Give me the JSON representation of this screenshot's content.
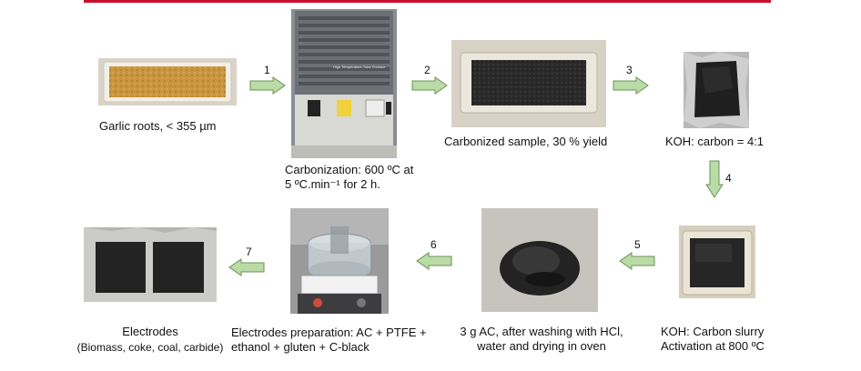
{
  "colors": {
    "top_rule": "#c8102e",
    "arrow_fill": "#b9dba5",
    "arrow_stroke": "#6f8f5a"
  },
  "steps": [
    {
      "num": "1"
    },
    {
      "num": "2"
    },
    {
      "num": "3"
    },
    {
      "num": "4"
    },
    {
      "num": "5"
    },
    {
      "num": "6"
    },
    {
      "num": "7"
    }
  ],
  "labels": {
    "garlic": "Garlic roots, < 355 µm",
    "carbonization_1": "Carbonization: 600 ºC at",
    "carbonization_2": "5 ºC.min⁻¹ for 2 h.",
    "carbonized": "Carbonized sample, 30 % yield",
    "koh": "KOH: carbon = 4:1",
    "slurry_1": "KOH: Carbon slurry",
    "slurry_2": "Activation at 800 ºC",
    "ac_1": "3 g AC, after washing with HCl,",
    "ac_2": "water and drying in oven",
    "prep_1": "Electrodes preparation: AC + PTFE +",
    "prep_2": "ethanol + gluten + C-black",
    "electrodes_1": "Electrodes",
    "electrodes_2": "(Biomass, coke, coal, carbide)"
  },
  "furnace": {
    "brand_text": "High Temperature Tube Furnace"
  }
}
